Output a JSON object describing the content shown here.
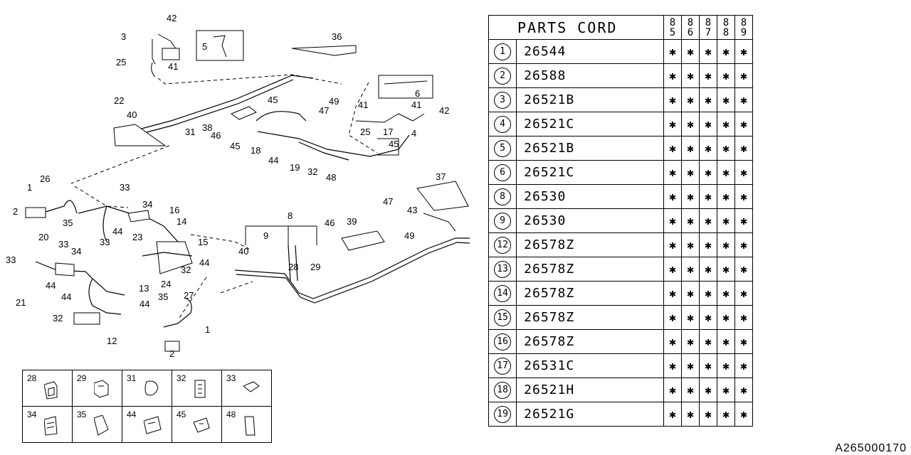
{
  "table": {
    "title": "PARTS CORD",
    "years": [
      [
        "8",
        "5"
      ],
      [
        "8",
        "6"
      ],
      [
        "8",
        "7"
      ],
      [
        "8",
        "8"
      ],
      [
        "8",
        "9"
      ]
    ],
    "rows": [
      {
        "ref": "1",
        "code": "26544"
      },
      {
        "ref": "2",
        "code": "26588"
      },
      {
        "ref": "3",
        "code": "26521B"
      },
      {
        "ref": "4",
        "code": "26521C"
      },
      {
        "ref": "5",
        "code": "26521B"
      },
      {
        "ref": "6",
        "code": "26521C"
      },
      {
        "ref": "8",
        "code": "26530"
      },
      {
        "ref": "9",
        "code": "26530"
      },
      {
        "ref": "12",
        "code": "26578Z"
      },
      {
        "ref": "13",
        "code": "26578Z"
      },
      {
        "ref": "14",
        "code": "26578Z"
      },
      {
        "ref": "15",
        "code": "26578Z"
      },
      {
        "ref": "16",
        "code": "26578Z"
      },
      {
        "ref": "17",
        "code": "26531C"
      },
      {
        "ref": "18",
        "code": "26521H"
      },
      {
        "ref": "19",
        "code": "26521G"
      }
    ],
    "mark": "✱"
  },
  "clips": [
    "28",
    "29",
    "31",
    "32",
    "33",
    "34",
    "35",
    "44",
    "45",
    "48"
  ],
  "callouts": [
    "42",
    "3",
    "25",
    "41",
    "5",
    "36",
    "22",
    "40",
    "31",
    "38",
    "46",
    "45",
    "18",
    "44",
    "19",
    "32",
    "48",
    "45",
    "47",
    "49",
    "6",
    "41",
    "42",
    "41",
    "25",
    "17",
    "4",
    "37",
    "26",
    "1",
    "2",
    "35",
    "33",
    "34",
    "44",
    "23",
    "16",
    "33",
    "14",
    "15",
    "20",
    "33",
    "34",
    "33",
    "44",
    "44",
    "13",
    "21",
    "32",
    "12",
    "24",
    "32",
    "44",
    "35",
    "27",
    "1",
    "2",
    "8",
    "9",
    "40",
    "28",
    "29",
    "47",
    "43",
    "49",
    "46",
    "39"
  ],
  "figure_code": "A265000170"
}
